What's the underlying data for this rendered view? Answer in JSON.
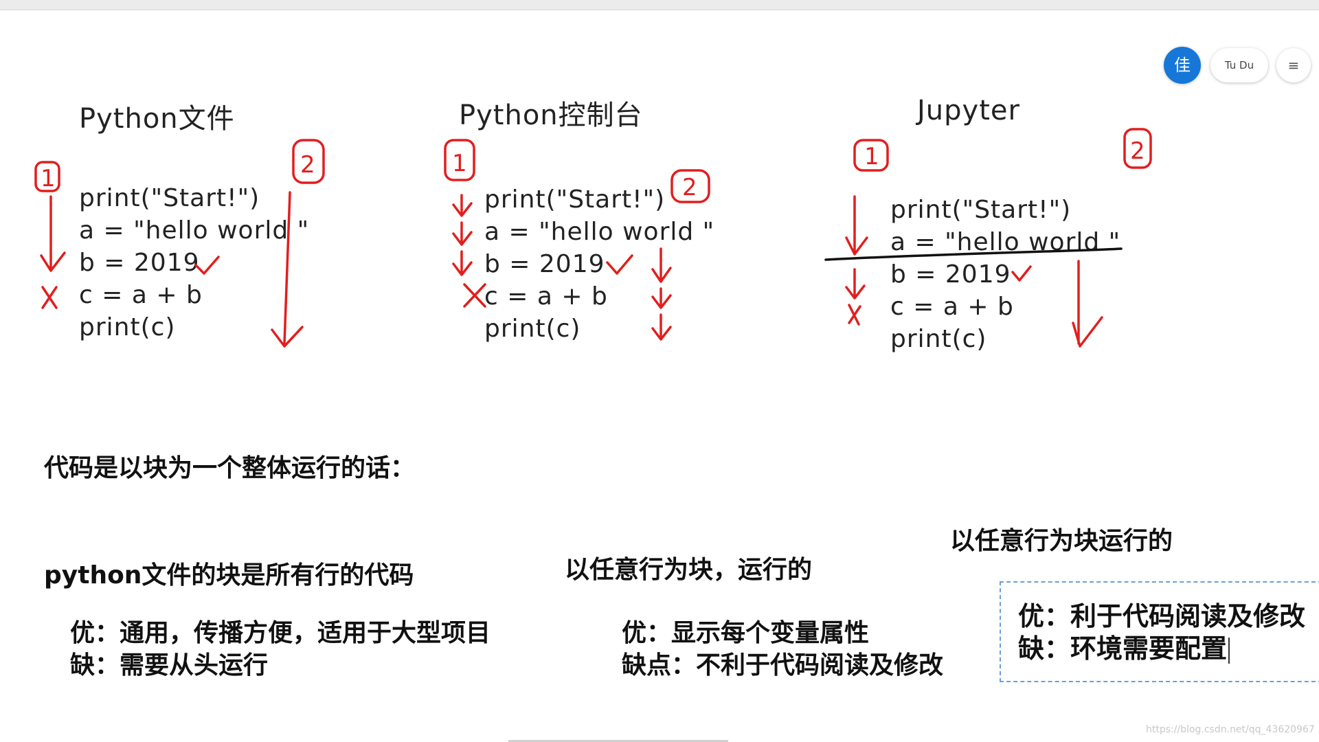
{
  "toolbar": {
    "avatar_glyph": "佳",
    "user_label": "Tu Du",
    "menu_icon": "menu-icon"
  },
  "sections": {
    "file": {
      "title": "Python文件",
      "code": [
        "print(\"Start!\")",
        "a = \"hello world \"",
        "b = 2019",
        "c = a + b",
        "print(c)"
      ]
    },
    "console": {
      "title": "Python控制台",
      "code": [
        "print(\"Start!\")",
        "a = \"hello world \"",
        "b = 2019",
        "c = a + b",
        "print(c)"
      ]
    },
    "jupyter": {
      "title": "Jupyter",
      "code": [
        "print(\"Start!\")",
        "a = \"hello world \"",
        "b = 2019",
        "c = a + b",
        "print(c)"
      ]
    }
  },
  "marks": {
    "one": "1",
    "two": "2"
  },
  "notes": {
    "summary": "代码是以块为一个整体运行的话：",
    "file_block": "python文件的块是所有行的代码",
    "file_pro": "优：通用，传播方便，适用于大型项目",
    "file_con": "缺：需要从头运行",
    "console_block": "以任意行为块，运行的",
    "console_pro": "优：显示每个变量属性",
    "console_con": "缺点：不利于代码阅读及修改",
    "jupyter_block": "以任意行为块运行的",
    "jupyter_pro": "优：利于代码阅读及修改",
    "jupyter_con": "缺：环境需要配置"
  },
  "watermark": "https://blog.csdn.net/qq_43620967"
}
